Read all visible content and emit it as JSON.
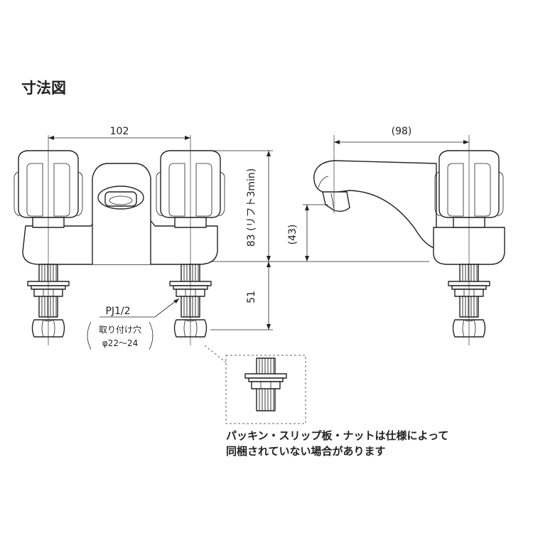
{
  "title": "寸法図",
  "dimensions": {
    "width_between_holes": "102",
    "spout_reach": "(98)",
    "height": "83 (リフト3min)",
    "spout_height": "(43)",
    "shank_length": "51"
  },
  "labels": {
    "thread": "PJ1/2",
    "mounting_hole": "取り付け穴",
    "hole_diameter": "φ22〜24"
  },
  "note": {
    "line1": "パッキン・スリップ板・ナットは仕様によって",
    "line2": "同梱されていない場合があります"
  }
}
